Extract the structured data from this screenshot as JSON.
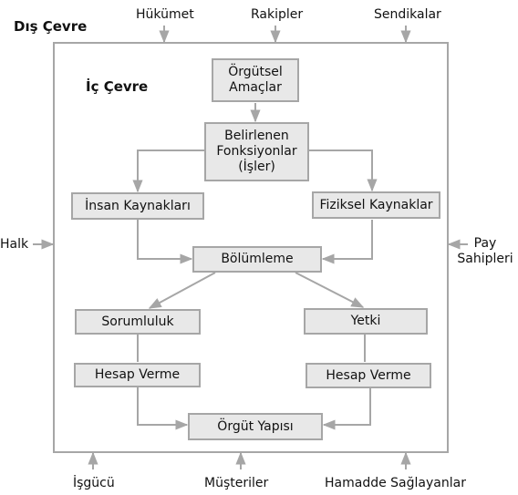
{
  "outer_title": "Dış Çevre",
  "inner_title": "İç Çevre",
  "external": {
    "top": [
      "Hükümet",
      "Rakipler",
      "Sendikalar"
    ],
    "left": "Halk",
    "right": "Pay\nSahipleri",
    "bottom": [
      "İşgücü",
      "Müşteriler",
      "Hamadde Sağlayanlar"
    ]
  },
  "boxes": {
    "org_goals": "Örgütsel\nAmaçlar",
    "functions": "Belirlenen\nFonksiyonlar\n(İşler)",
    "human_resources": "İnsan Kaynakları",
    "physical_resources": "Fiziksel Kaynaklar",
    "departmentalization": "Bölümleme",
    "responsibility": "Sorumluluk",
    "authority": "Yetki",
    "accountability_left": "Hesap Verme",
    "accountability_right": "Hesap Verme",
    "org_structure": "Örgüt Yapısı"
  },
  "colors": {
    "line": "#a6a6a6",
    "box_fill": "#e8e8e8",
    "text": "#111111"
  }
}
